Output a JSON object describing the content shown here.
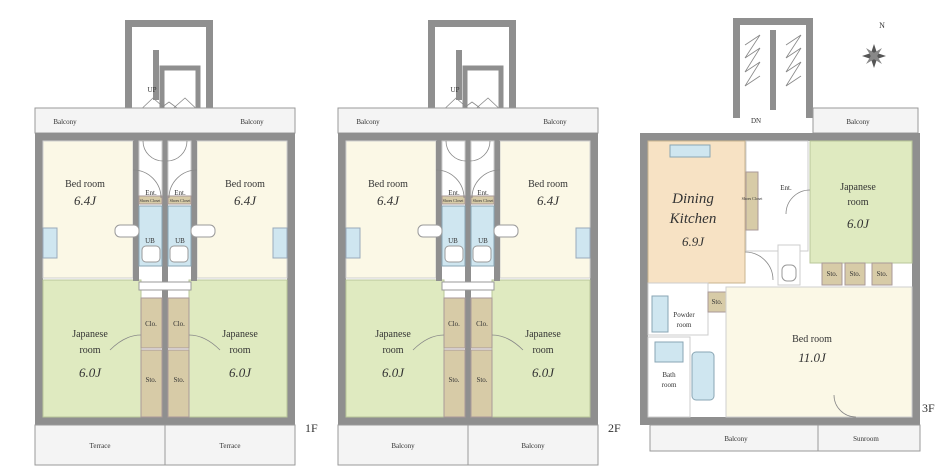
{
  "floors": [
    {
      "id": "1f",
      "label": "1F",
      "top_stair": "UP",
      "balcony_left": "Balcony",
      "balcony_right": "Balcony",
      "entrance_left": "Ent.",
      "entrance_right": "Ent.",
      "shoe_closet_left": "Shoes Closet",
      "shoe_closet_right": "Shoes Closet",
      "ub_left": "UB",
      "ub_right": "UB",
      "bedroom_left": "Bed room",
      "bedroom_left_size": "6.4J",
      "bedroom_right": "Bed room",
      "bedroom_right_size": "6.4J",
      "japanese_left_1": "Japanese",
      "japanese_left_2": "room",
      "japanese_left_size": "6.0J",
      "japanese_right_1": "Japanese",
      "japanese_right_2": "room",
      "japanese_right_size": "6.0J",
      "clo_left": "Clo.",
      "clo_right": "Clo.",
      "sto_left": "Sto.",
      "sto_right": "Sto.",
      "bottom_left": "Terrace",
      "bottom_right": "Terrace"
    },
    {
      "id": "2f",
      "label": "2F",
      "top_stair": "UP",
      "balcony_left": "Balcony",
      "balcony_right": "Balcony",
      "entrance_left": "Ent.",
      "entrance_right": "Ent.",
      "shoe_closet_left": "Shoes Closet",
      "shoe_closet_right": "Shoes Closet",
      "ub_left": "UB",
      "ub_right": "UB",
      "bedroom_left": "Bed room",
      "bedroom_left_size": "6.4J",
      "bedroom_right": "Bed room",
      "bedroom_right_size": "6.4J",
      "japanese_left_1": "Japanese",
      "japanese_left_2": "room",
      "japanese_left_size": "6.0J",
      "japanese_right_1": "Japanese",
      "japanese_right_2": "room",
      "japanese_right_size": "6.0J",
      "clo_left": "Clo.",
      "clo_right": "Clo.",
      "sto_left": "Sto.",
      "sto_right": "Sto.",
      "bottom_left": "Balcony",
      "bottom_right": "Balcony"
    }
  ],
  "third_floor": {
    "label": "3F",
    "stair": "DN",
    "balcony_top": "Balcony",
    "entrance": "Ent.",
    "shoe_closet": "Shoes Closet",
    "dining_1": "Dining",
    "dining_2": "Kitchen",
    "dining_size": "6.9J",
    "japanese_1": "Japanese",
    "japanese_2": "room",
    "japanese_size": "6.0J",
    "sto_a": "Sto.",
    "sto_b": "Sto.",
    "sto_c": "Sto.",
    "sto_d": "Sto.",
    "powder_1": "Powder",
    "powder_2": "room",
    "bath_1": "Bath",
    "bath_2": "room",
    "bedroom": "Bed room",
    "bedroom_size": "11.0J",
    "balcony_bottom": "Balcony",
    "sunroom": "Sunroom"
  },
  "compass": "N",
  "colors": {
    "bedroom": "#fbf8e6",
    "japanese": "#dfeac0",
    "dining": "#f7e2c4",
    "storage": "#d7cba7",
    "outdoor": "#f4f4f4",
    "wall": "#8f8f8f"
  }
}
